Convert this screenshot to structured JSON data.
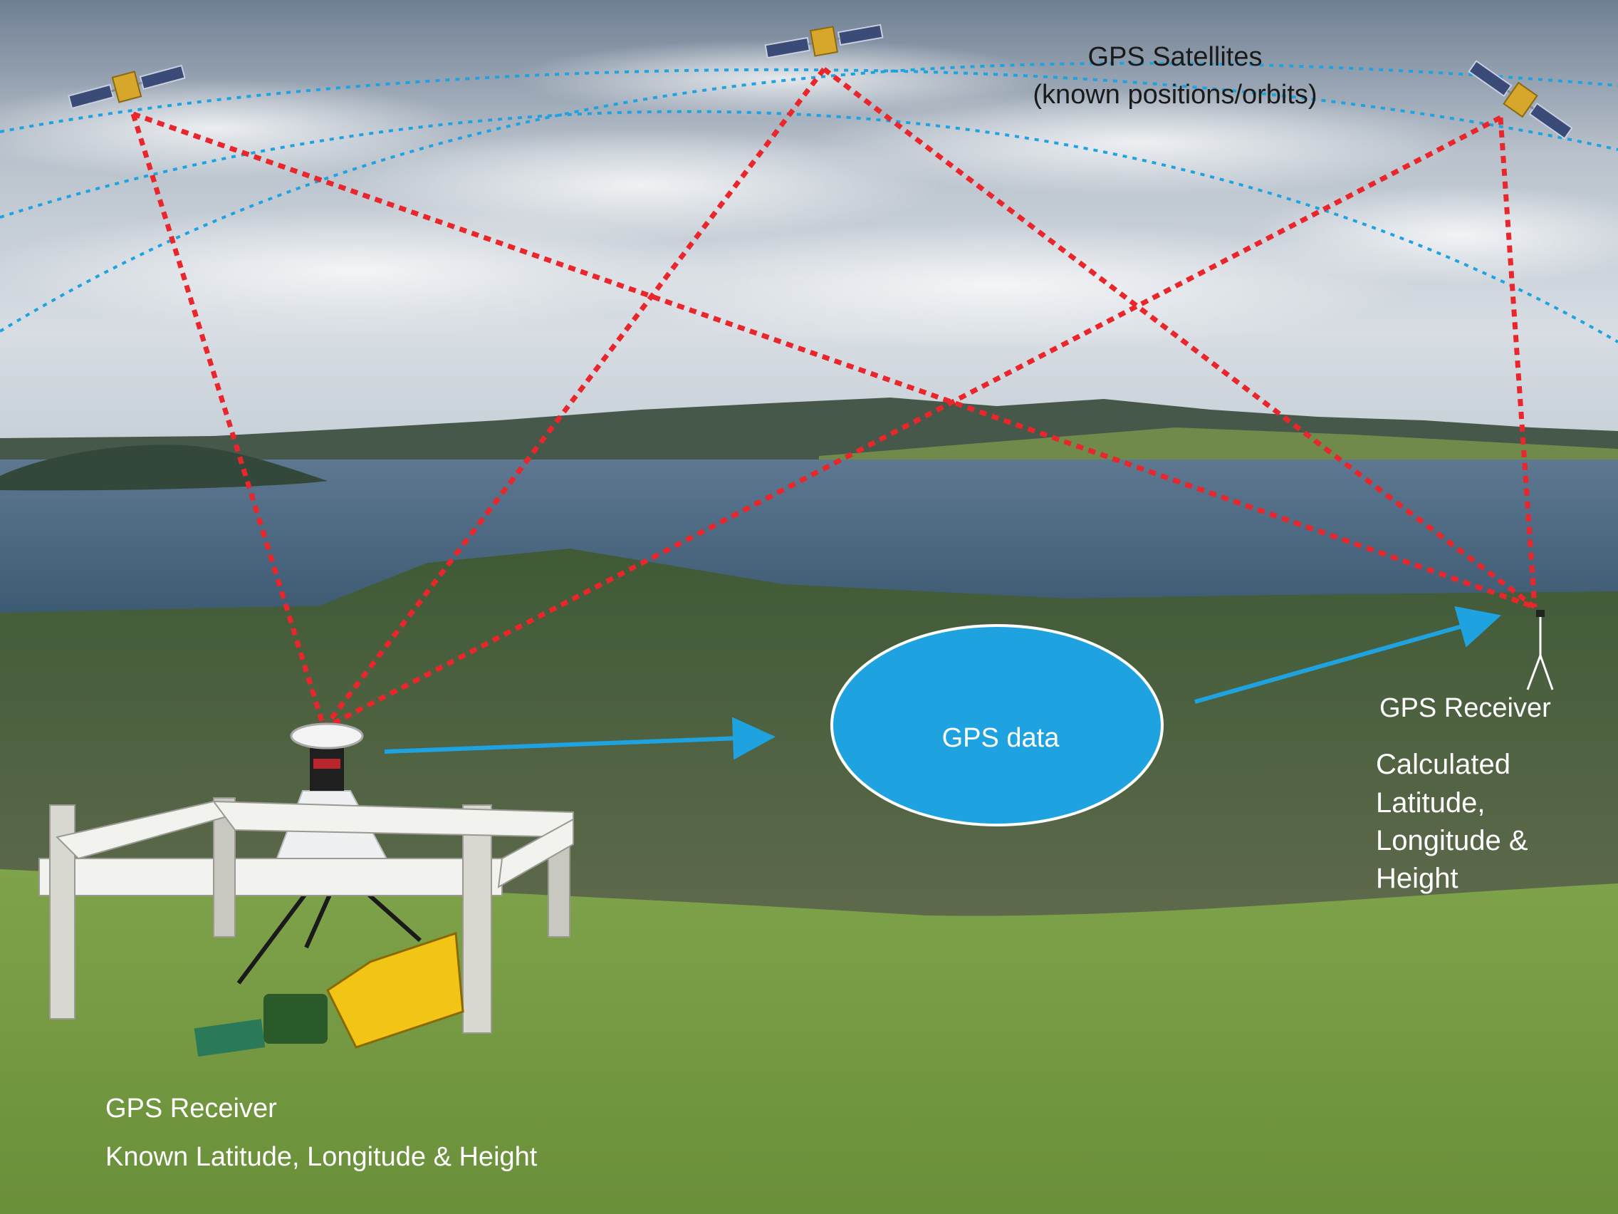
{
  "labels": {
    "satellites_title": "GPS Satellites",
    "satellites_subtitle": "(known positions/orbits)",
    "data_bubble": "GPS data",
    "base_receiver_title": "GPS Receiver",
    "base_receiver_desc": "Known Latitude, Longitude & Height",
    "rover_receiver_title": "GPS Receiver",
    "rover_receiver_desc_1": "Calculated",
    "rover_receiver_desc_2": "Latitude,",
    "rover_receiver_desc_3": "Longitude &",
    "rover_receiver_desc_4": "Height"
  },
  "colors": {
    "signal_lines": "#e8262b",
    "orbits": "#1ea3e0",
    "data_flow": "#1ea3e0",
    "label_dark": "#1a1a1a",
    "label_light": "#ffffff"
  },
  "icons": {
    "satellite": "satellite-icon",
    "base_receiver": "gps-antenna-icon",
    "rover_receiver": "tripod-receiver-icon"
  }
}
